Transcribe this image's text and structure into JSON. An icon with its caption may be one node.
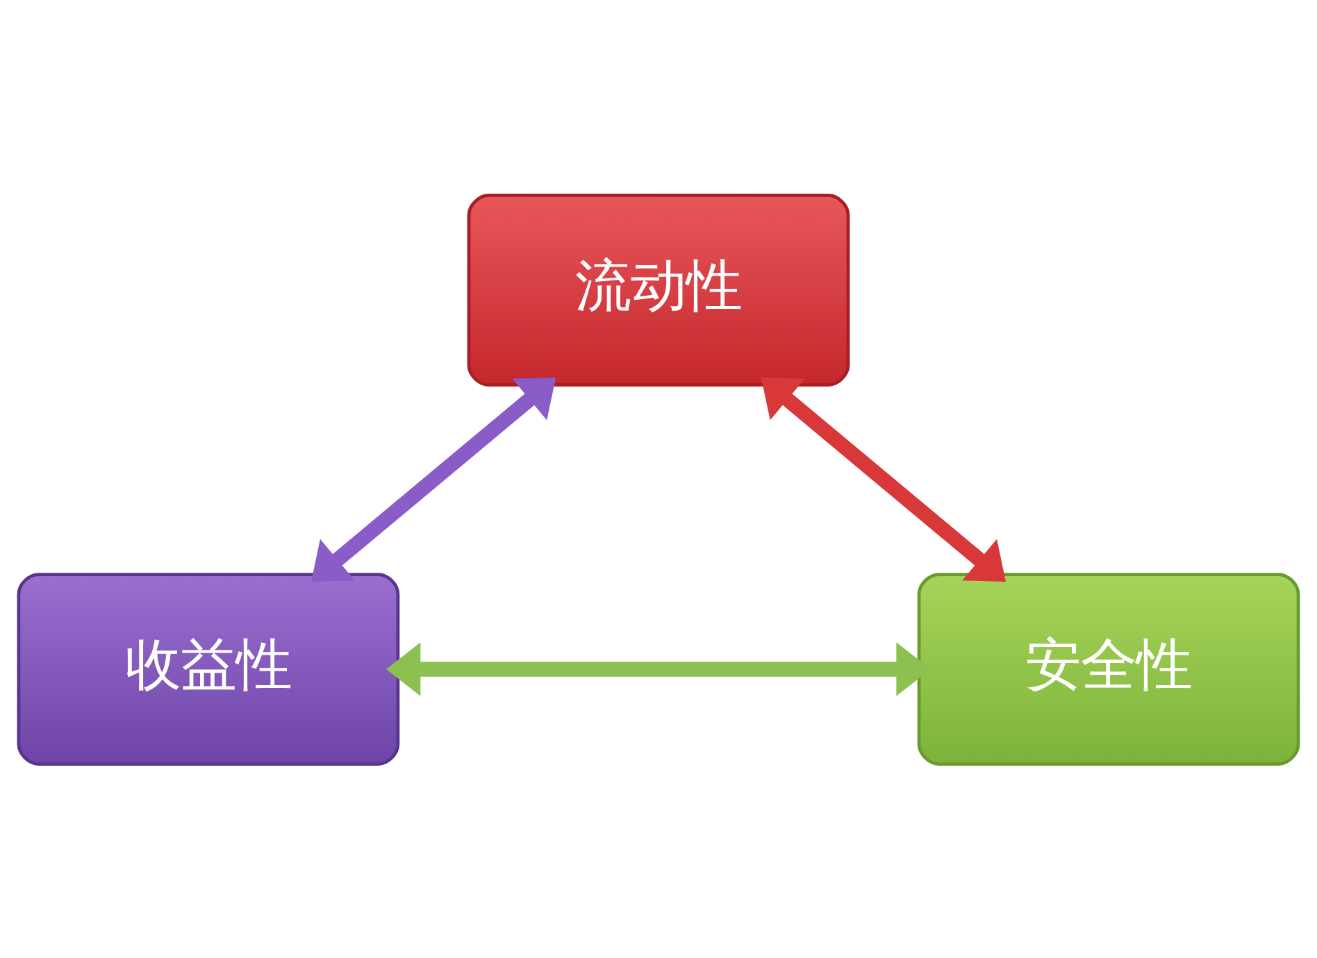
{
  "diagram": {
    "nodes": [
      {
        "text": [
          "流动性"
        ]
      },
      {
        "text": [
          "收益性"
        ]
      },
      {
        "text": [
          "安全性"
        ]
      }
    ],
    "edges": [
      {
        "from": 1,
        "to": 0,
        "arrow": "both",
        "color": "#8a5cc7"
      },
      {
        "from": 0,
        "to": 2,
        "arrow": "both",
        "color": "#d9383a"
      },
      {
        "from": 1,
        "to": 2,
        "arrow": "both",
        "color": "#8cc152"
      }
    ]
  }
}
